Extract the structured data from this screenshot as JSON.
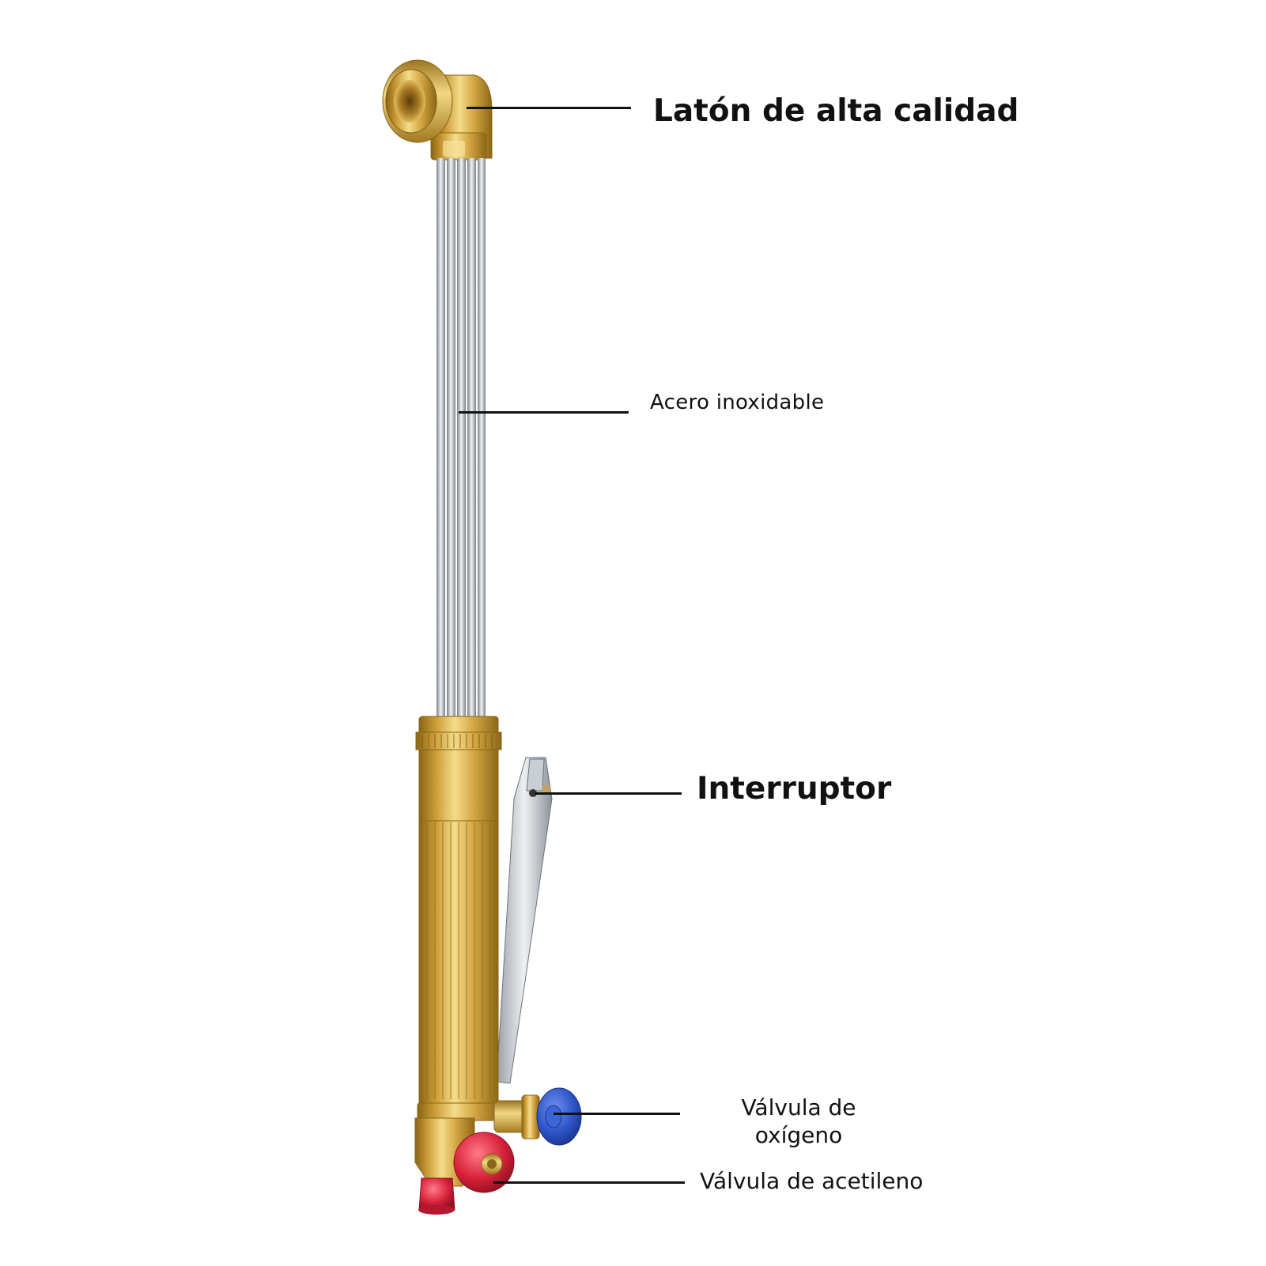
{
  "labels": {
    "laton": "Latón de alta calidad",
    "acero": "Acero inoxidable",
    "interruptor": "Interruptor",
    "oxigeno_1": "Válvula de",
    "oxigeno_2": "oxígeno",
    "acetileno": "Válvula de acetileno"
  },
  "colors": {
    "brass": "#d4a93c",
    "steel": "#c9ced3",
    "oxygen_knob": "#2f56c8",
    "acetylene_knob": "#d8223a"
  }
}
